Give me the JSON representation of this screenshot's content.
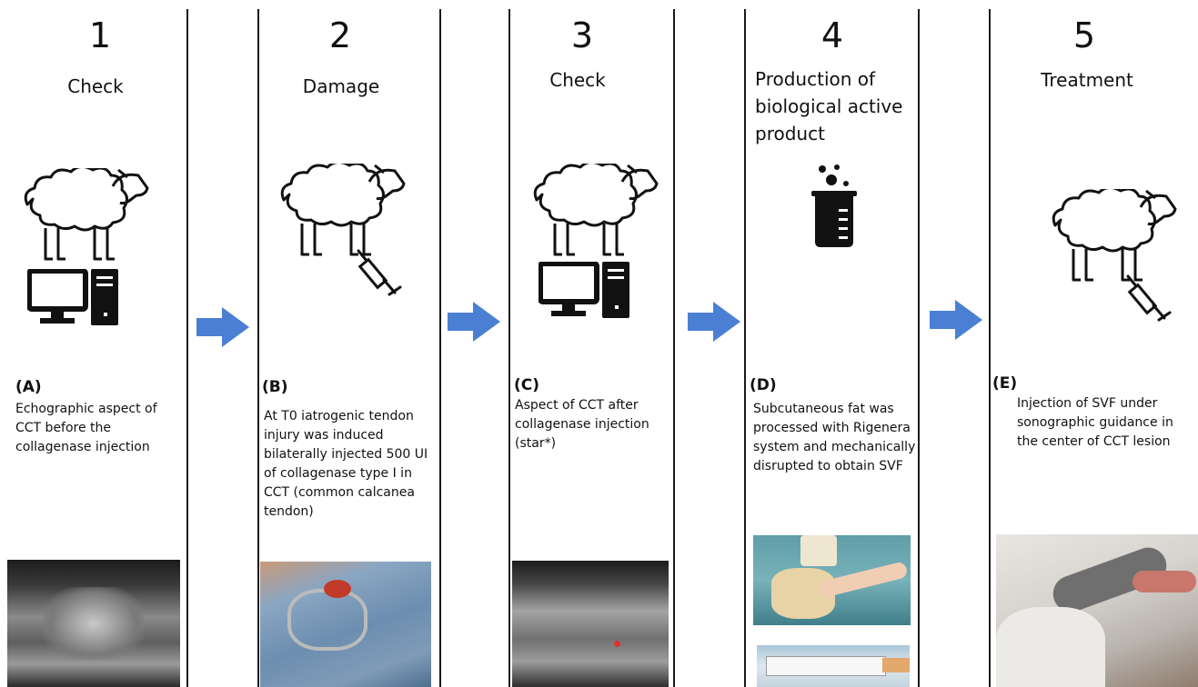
{
  "steps": [
    {
      "number": "1",
      "title": "Check",
      "letter": "(A)",
      "description": "Echographic aspect of CCT before the collagenase injection",
      "icons": [
        "sheep-icon",
        "computer-icon"
      ]
    },
    {
      "number": "2",
      "title": "Damage",
      "letter": "(B)",
      "description": "At T0 iatrogenic tendon injury was induced bilaterally injected 500 UI of collagenase type I in CCT (common calcanea tendon)",
      "icons": [
        "sheep-icon",
        "syringe-icon"
      ]
    },
    {
      "number": "3",
      "title": "Check",
      "letter": "(C)",
      "description": "Aspect of CCT after collagenase injection (star*)",
      "icons": [
        "sheep-icon",
        "computer-icon"
      ]
    },
    {
      "number": "4",
      "title": "Production of biological active product",
      "letter": "(D)",
      "description": "Subcutaneous fat was processed with Rigenera system and mechanically disrupted to obtain SVF",
      "icons": [
        "beaker-icon"
      ]
    },
    {
      "number": "5",
      "title": "Treatment",
      "letter": "(E)",
      "description": "Injection of SVF under sonographic guidance in the center of CCT lesion",
      "icons": [
        "sheep-icon",
        "syringe-icon"
      ]
    }
  ],
  "colors": {
    "arrow": "#4a7fd4",
    "divider": "#1a1a1a",
    "icon": "#111111"
  }
}
